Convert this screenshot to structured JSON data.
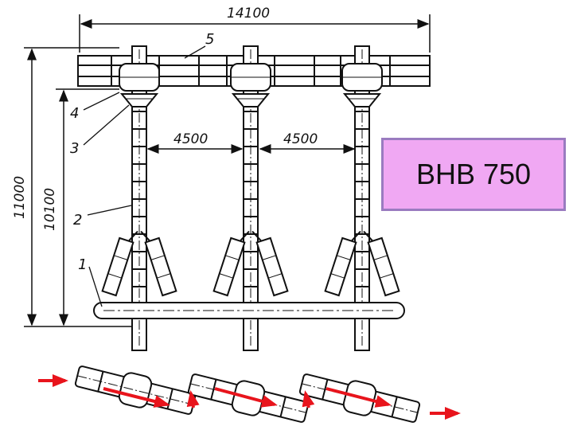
{
  "title_box": {
    "text": "ВНВ 750",
    "fill": "#f0a8f3",
    "border": "#9a7bc0"
  },
  "dimensions": {
    "total_width": "14100",
    "total_height": "11000",
    "inner_height": "10100",
    "spacing_left": "4500",
    "spacing_right": "4500"
  },
  "callouts": [
    "5",
    "4",
    "3",
    "2",
    "1"
  ],
  "colors": {
    "line": "#111111",
    "arrow": "#e8141c"
  }
}
